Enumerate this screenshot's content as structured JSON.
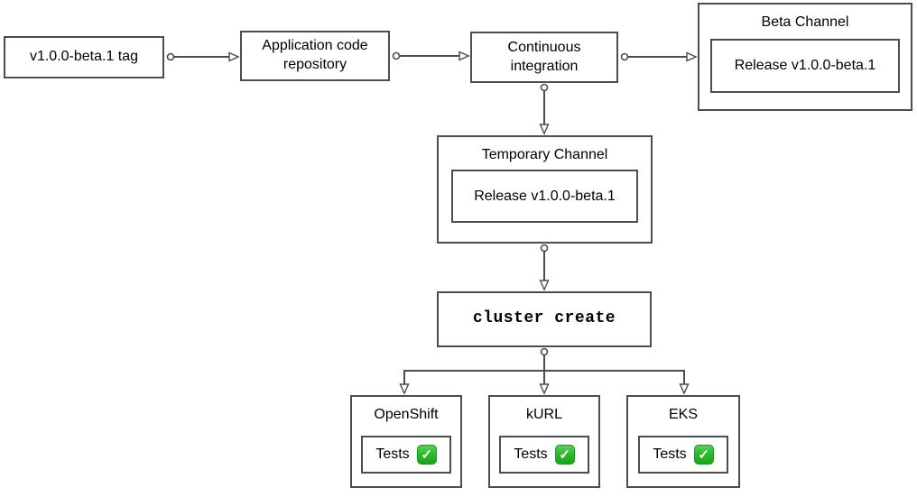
{
  "diagram": {
    "nodes": {
      "tag": {
        "label": "v1.0.0-beta.1 tag"
      },
      "app_repo": {
        "label": "Application code repository"
      },
      "ci": {
        "label": "Continuous integration"
      },
      "beta_channel": {
        "title": "Beta Channel",
        "release": "Release v1.0.0-beta.1"
      },
      "temp_channel": {
        "title": "Temporary Channel",
        "release": "Release v1.0.0-beta.1"
      },
      "cluster_create": {
        "label": "cluster create"
      },
      "openshift": {
        "title": "OpenShift",
        "tests_label": "Tests"
      },
      "kurl": {
        "title": "kURL",
        "tests_label": "Tests"
      },
      "eks": {
        "title": "EKS",
        "tests_label": "Tests"
      }
    },
    "icons": {
      "check_name": "white-check-mark-icon",
      "check_glyph": "✓"
    },
    "colors": {
      "border": "#4d4d4d",
      "line": "#4d4d4d",
      "check_green": "#2dbb2d",
      "text": "#000000",
      "background": "#ffffff"
    }
  }
}
